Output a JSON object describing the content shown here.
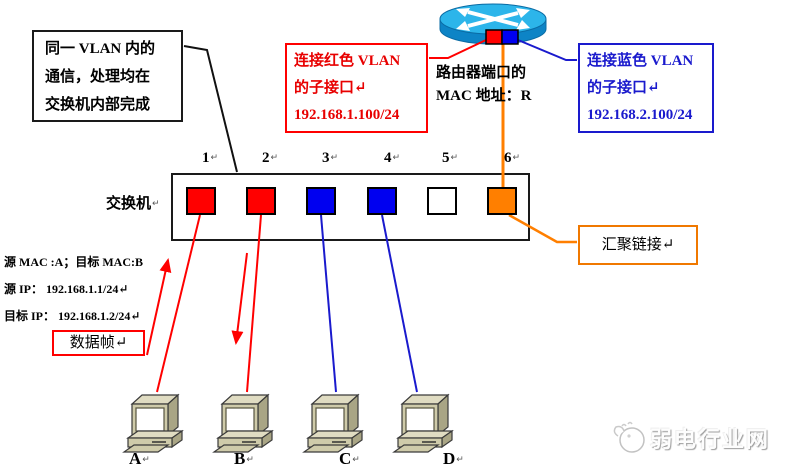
{
  "colors": {
    "red": "#ff0000",
    "blue_line": "#1a1acd",
    "port_blue": "#0000f0",
    "orange": "#ff7f00",
    "black": "#000000",
    "router_top": "#2cb5ea",
    "router_body": "#0d84c6",
    "pc_body": "#cfcbaa"
  },
  "notes": {
    "same_vlan": {
      "line1": "同一 VLAN 内的",
      "line2": "通信，处理均在",
      "line3": "交换机内部完成"
    },
    "red_vlan": {
      "line1": "连接红色 VLAN",
      "line2": "的子接口↵",
      "line3": "192.168.1.100/24"
    },
    "router_mac": {
      "line1": "路由器端口的",
      "line2": "MAC 地址：R"
    },
    "blue_vlan": {
      "line1": "连接蓝色 VLAN",
      "line2": "的子接口↵",
      "line3": "192.168.2.100/24"
    },
    "trunk": "汇聚链接↵",
    "data_frame": "数据帧↵"
  },
  "frame_info": {
    "line1": "源 MAC :A；目标 MAC:B",
    "line2": "源 IP： 192.168.1.1/24↵",
    "line3": "目标 IP： 192.168.1.2/24↵"
  },
  "switch": {
    "label": "交换机",
    "ports": [
      {
        "number": "1",
        "vlan": "red"
      },
      {
        "number": "2",
        "vlan": "red"
      },
      {
        "number": "3",
        "vlan": "blue"
      },
      {
        "number": "4",
        "vlan": "blue"
      },
      {
        "number": "5",
        "vlan": "unused"
      },
      {
        "number": "6",
        "vlan": "trunk"
      }
    ]
  },
  "computers": [
    {
      "label": "A"
    },
    {
      "label": "B"
    },
    {
      "label": "C"
    },
    {
      "label": "D"
    }
  ],
  "watermark": {
    "text": "弱电行业网"
  },
  "return_mark": "↵"
}
